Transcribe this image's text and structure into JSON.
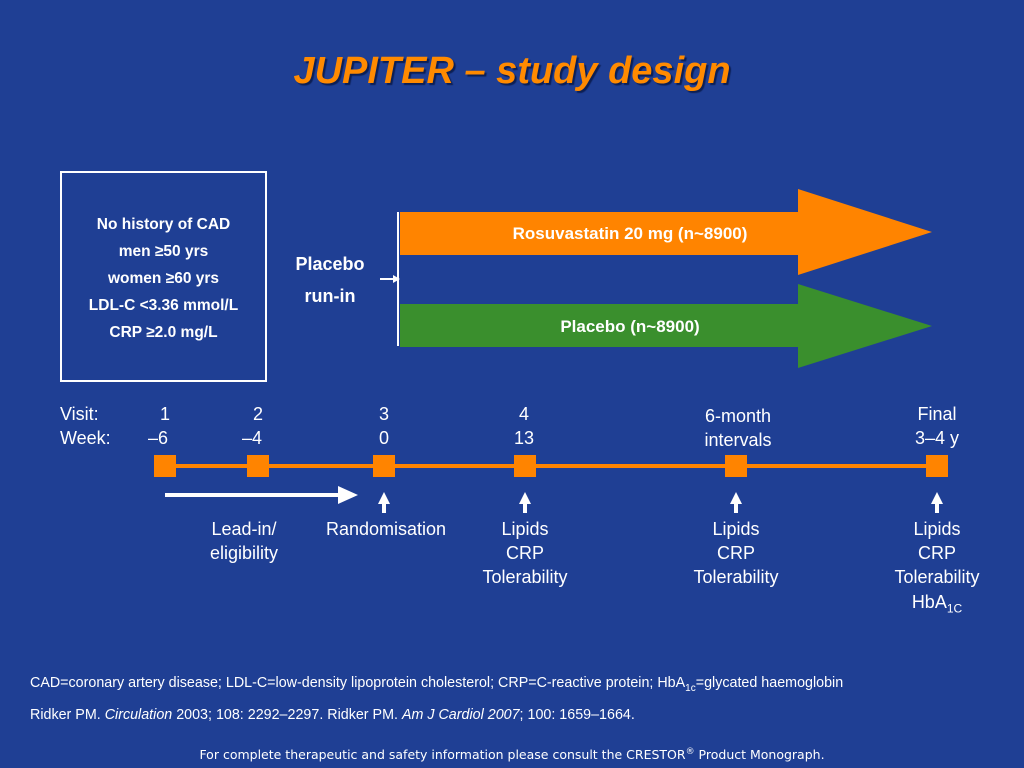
{
  "title": "JUPITER – study design",
  "criteria": [
    "No history of CAD",
    "men ≥50 yrs",
    "women ≥60 yrs",
    "LDL-C <3.36 mmol/L",
    "CRP ≥2.0 mg/L"
  ],
  "run_in": {
    "line1": "Placebo",
    "line2": "run-in"
  },
  "arms": {
    "treatment": {
      "label": "Rosuvastatin 20 mg (n~8900)",
      "color": "#ff8400"
    },
    "placebo": {
      "label": "Placebo (n~8900)",
      "color": "#3a8f2d"
    }
  },
  "timeline": {
    "visit_header": "Visit:",
    "week_header": "Week:",
    "line_color": "#ff8400",
    "points": [
      {
        "visit": "1",
        "week": "–6"
      },
      {
        "visit": "2",
        "week": "–4"
      },
      {
        "visit": "3",
        "week": "0"
      },
      {
        "visit": "4",
        "week": "13"
      },
      {
        "line1": "6-month",
        "line2": "intervals"
      },
      {
        "line1": "Final",
        "line2": "3–4 y"
      }
    ],
    "events": {
      "lead_in": [
        "Lead-in/",
        "eligibility"
      ],
      "randomisation": "Randomisation",
      "visit4": [
        "Lipids",
        "CRP",
        "Tolerability"
      ],
      "interval": [
        "Lipids",
        "CRP",
        "Tolerability"
      ],
      "final": [
        "Lipids",
        "CRP",
        "Tolerability"
      ],
      "final_hba": {
        "base": "HbA",
        "sub": "1C"
      }
    }
  },
  "footnote": {
    "part1": "CAD=coronary artery disease; LDL-C=low-density lipoprotein cholesterol; CRP=C-reactive protein; HbA",
    "sub": "1c",
    "part2": "=glycated haemoglobin"
  },
  "reference": {
    "r1_author": "Ridker PM. ",
    "r1_journal": "Circulation",
    "r1_details": " 2003; 108: 2292–2297.  Ridker PM. ",
    "r2_journal": "Am J Cardiol 2007",
    "r2_details": "; 100: 1659–1664."
  },
  "disclaimer": {
    "part1": "For complete therapeutic and safety information please consult the CRESTOR",
    "sup": "®",
    "part2": " Product Monograph."
  }
}
